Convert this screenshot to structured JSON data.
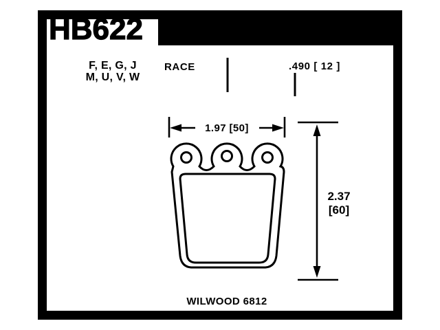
{
  "title": {
    "part_number": "HB622"
  },
  "labels": {
    "compounds_line1": "F, E, G, J",
    "compounds_line2": "M, U, V, W",
    "category": "RACE",
    "thickness": ".490 [ 12 ]",
    "width_dim": "1.97 [50]",
    "height_dim_value": "2.37",
    "height_dim_bracket": "[60]",
    "caliper": "WILWOOD 6812"
  },
  "colors": {
    "frame": "#000000",
    "background": "#ffffff",
    "line": "#000000"
  }
}
